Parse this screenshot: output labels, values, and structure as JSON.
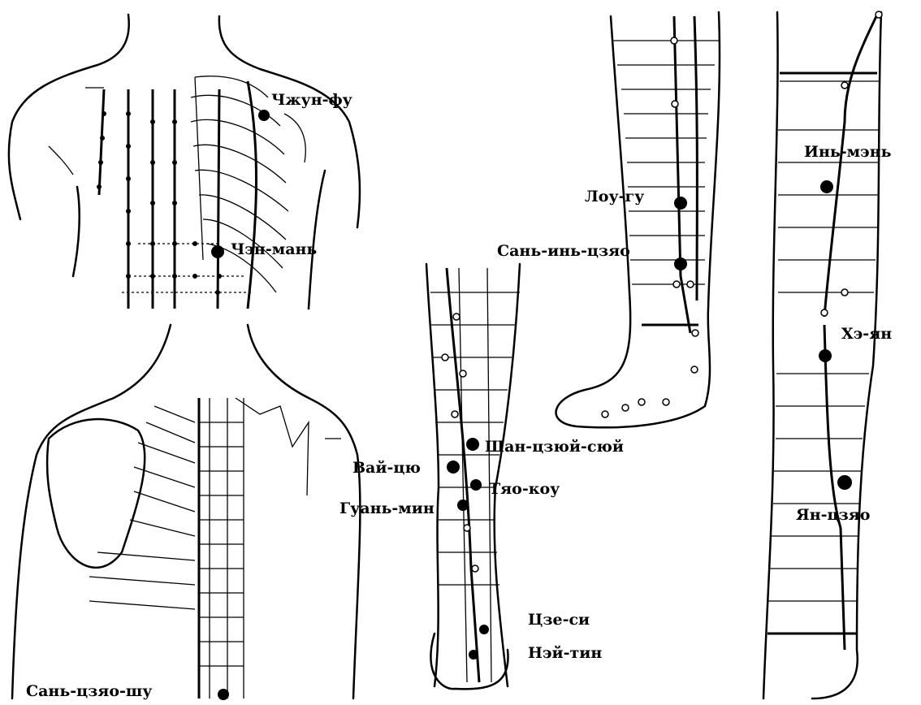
{
  "points": {
    "zhong_fu": "Чжун-фу",
    "chen_man": "Чэн-мань",
    "san_jiao_shu": "Сань-цзяо-шу",
    "lou_gu": "Лоу-гу",
    "san_yin_jiao": "Сань-инь-цзяо",
    "yin_men": "Инь-мэнь",
    "he_yang": "Хэ-ян",
    "yang_jiao": "Ян-цзяо",
    "shang_ju_xu": "Шан-цзюй-сюй",
    "wai_qiu": "Вай-цю",
    "tiao_kou": "Тяо-коу",
    "guang_ming": "Гуань-мин",
    "jie_xi": "Цзе-си",
    "nei_ting": "Нэй-тин"
  }
}
